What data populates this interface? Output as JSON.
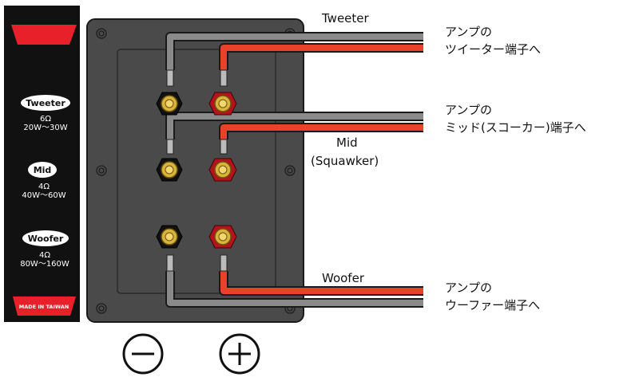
{
  "wire_labels": {
    "tweeter": "Tweeter",
    "mid_line1": "Mid",
    "mid_line2": "(Squawker)",
    "woofer": "Woofer"
  },
  "amp_labels": {
    "tweeter_line1": "アンプの",
    "tweeter_line2": "ツイーター端子へ",
    "mid_line1": "アンプの",
    "mid_line2": "ミッド(スコーカー)端子へ",
    "woofer_line1": "アンプの",
    "woofer_line2": "ウーファー端子へ"
  },
  "side_panel": {
    "tweeter_badge": "Tweeter",
    "tweeter_impedance": "6Ω",
    "tweeter_power": "20W～30W",
    "mid_badge": "Mid",
    "mid_impedance": "4Ω",
    "mid_power": "40W～60W",
    "woofer_badge": "Woofer",
    "woofer_impedance": "4Ω",
    "woofer_power": "80W～160W",
    "footer": "MADE IN TAIWAN"
  },
  "polarity": {
    "negative_symbol": "minus-circle-icon",
    "positive_symbol": "plus-circle-icon"
  },
  "colors": {
    "panel_bg": "#111111",
    "accent_red": "#e8202a",
    "plate": "#4a4a4a",
    "plate_border": "#1a1a1a",
    "wire_negative": "#8a8a8a",
    "wire_positive": "#e8432a",
    "terminal_gold": "#d9b43a"
  }
}
